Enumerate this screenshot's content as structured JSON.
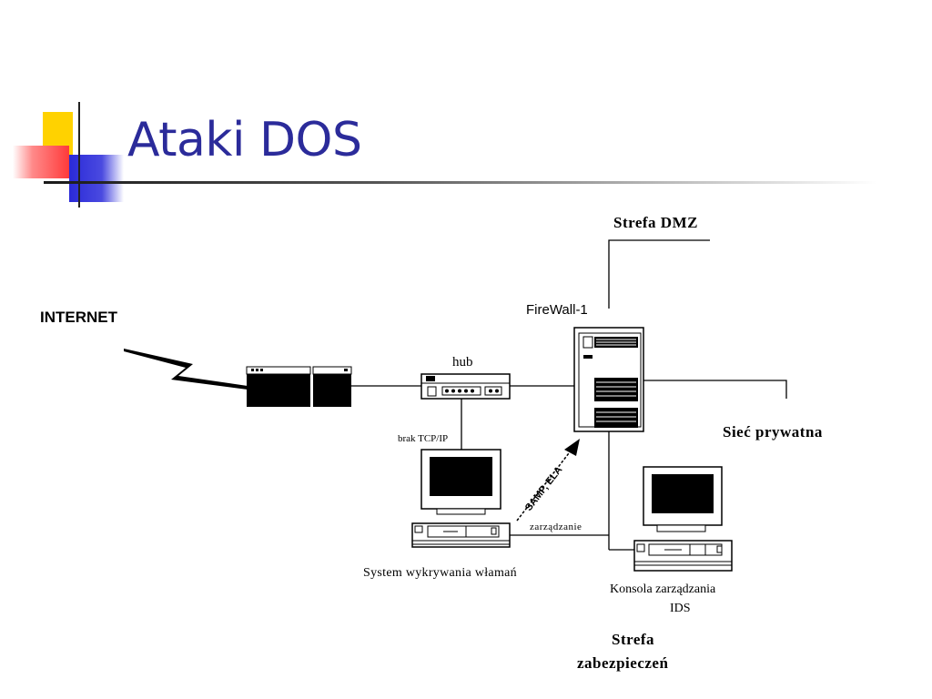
{
  "slide": {
    "title": "Ataki DOS"
  },
  "diagram": {
    "internet_label": "INTERNET",
    "dmz_label": "Strefa DMZ",
    "firewall_label": "FireWall-1",
    "hub_label": "hub",
    "private_net_label": "Sieć prywatna",
    "no_tcpip_label": "brak TCP/IP",
    "samp_ela_label": "SAMP, ELA",
    "management_label": "zarządzanie",
    "ids_system_label": "System wykrywania włamań",
    "ids_console_label_line1": "Konsola zarządzania",
    "ids_console_label_line2": "IDS",
    "security_zone_line1": "Strefa",
    "security_zone_line2": "zabezpieczeń"
  }
}
